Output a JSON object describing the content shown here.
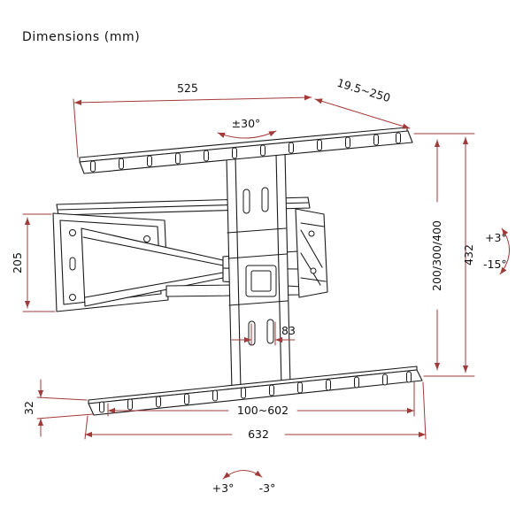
{
  "title": "Dimensions (mm)",
  "diagram": {
    "labels": {
      "top_width": "525",
      "extension_range": "19.5~250",
      "swivel_range": "±30°",
      "height_overall": "432",
      "vesa_heights": "200/300/400",
      "tilt_up": "+3°",
      "tilt_down": "-15°",
      "wall_plate_height": "205",
      "column_width": "83",
      "rail_height": "32",
      "vesa_width_range": "100~602",
      "bottom_width": "632",
      "level_plus": "+3°",
      "level_minus": "-3°"
    },
    "colors": {
      "drawing_line": "#1a1a1a",
      "dimension_line": "#a33a3a",
      "background": "#ffffff"
    }
  }
}
